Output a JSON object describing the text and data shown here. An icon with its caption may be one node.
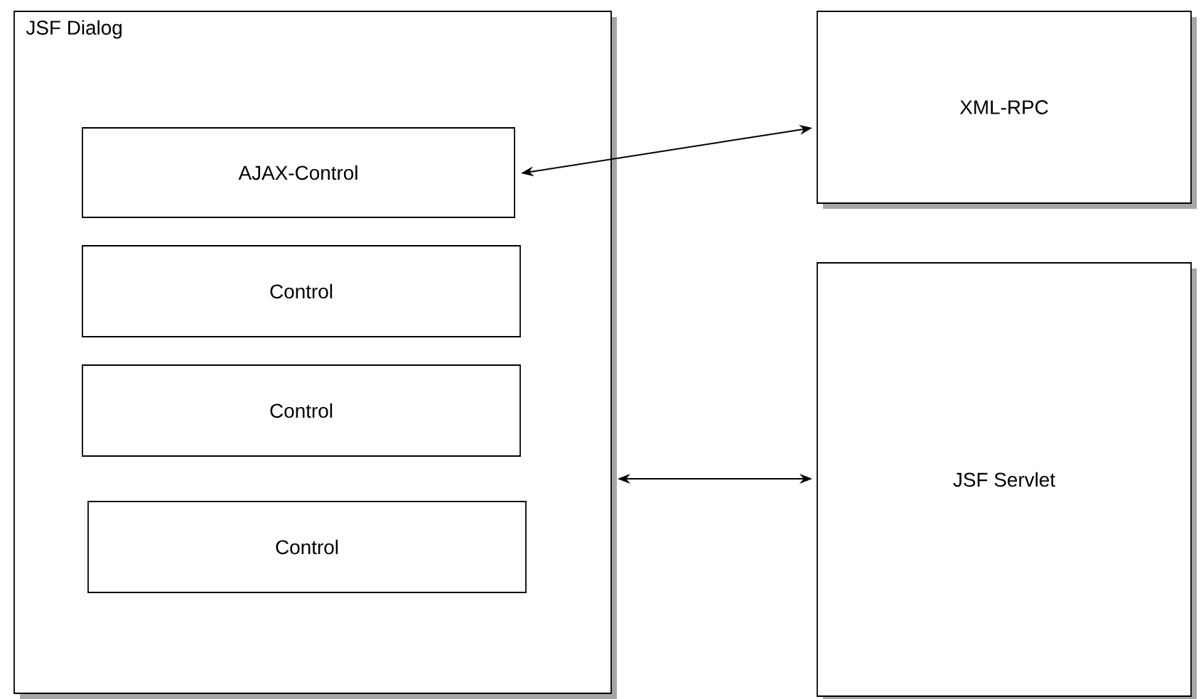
{
  "diagram": {
    "nodes": [
      {
        "text": [
          "JSF Dialog"
        ]
      },
      {
        "text": [
          "AJAX-Control"
        ],
        "in": 0
      },
      {
        "text": [
          "Control"
        ],
        "in": 0
      },
      {
        "text": [
          "Control"
        ],
        "in": 0
      },
      {
        "text": [
          "Control"
        ],
        "in": 0
      },
      {
        "text": [
          "XML-RPC"
        ]
      },
      {
        "text": [
          "JSF Servlet"
        ]
      }
    ],
    "edges": [
      {
        "from": 1,
        "to": 5,
        "arrow": "both"
      },
      {
        "from": 0,
        "to": 6,
        "arrow": "both"
      }
    ]
  }
}
